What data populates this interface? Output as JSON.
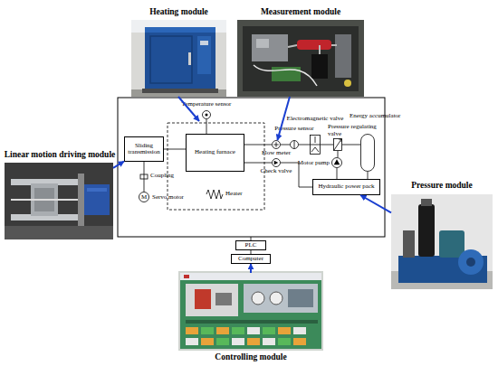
{
  "diagram": {
    "nodes": [
      {
        "text": [
          "Heating module"
        ]
      },
      {
        "text": [
          "Measurement module"
        ]
      },
      {
        "text": [
          "Linear motion driving module"
        ]
      },
      {
        "text": [
          "Pressure module"
        ]
      },
      {
        "text": [
          "Temperature sensor"
        ]
      },
      {
        "text": [
          "Sliding transmission"
        ]
      },
      {
        "text": [
          "M",
          "Servo motor"
        ]
      },
      {
        "text": [
          "Heating furnace"
        ]
      },
      {
        "text": [
          "Heater"
        ]
      },
      {
        "text": [
          "Flow meter"
        ]
      },
      {
        "text": [
          "Check valve"
        ]
      },
      {
        "text": [
          "Pressure sensor"
        ]
      },
      {
        "text": [
          "Electromagnetic valve"
        ]
      },
      {
        "text": [
          "Pressure regulating valve"
        ]
      },
      {
        "text": [
          "Motor pump"
        ]
      },
      {
        "text": [
          "Energy accumulator"
        ]
      },
      {
        "text": [
          "Hydraulic power pack"
        ]
      },
      {
        "text": [
          "PLC"
        ]
      },
      {
        "text": [
          "Computer"
        ]
      },
      {
        "text": [
          "Controlling module"
        ]
      }
    ],
    "edges": [
      {
        "from": 2,
        "to": 5,
        "arrow": "to"
      },
      {
        "from": 1,
        "to": 9,
        "arrow": "to"
      },
      {
        "from": 3,
        "to": 16,
        "arrow": "to"
      },
      {
        "from": 19,
        "to": 18,
        "arrow": "to"
      },
      {
        "from": 5,
        "to": 7,
        "arrow": "none"
      },
      {
        "from": 5,
        "to": 6,
        "arrow": "none"
      },
      {
        "from": 4,
        "to": 7,
        "arrow": "none"
      },
      {
        "from": 7,
        "to": 9,
        "arrow": "none"
      },
      {
        "from": 9,
        "to": 11,
        "arrow": "none"
      },
      {
        "from": 11,
        "to": 12,
        "arrow": "none"
      },
      {
        "from": 12,
        "to": 13,
        "arrow": "none"
      },
      {
        "from": 13,
        "to": 15,
        "arrow": "none"
      },
      {
        "from": 13,
        "to": 14,
        "arrow": "none"
      },
      {
        "from": 14,
        "to": 16,
        "arrow": "none"
      },
      {
        "from": 15,
        "to": 16,
        "arrow": "none"
      },
      {
        "from": 16,
        "to": 10,
        "arrow": "none"
      },
      {
        "from": 10,
        "to": 7,
        "arrow": "none"
      },
      {
        "from": 17,
        "to": 18,
        "arrow": "none"
      }
    ],
    "labels": [
      "Coupling"
    ]
  }
}
